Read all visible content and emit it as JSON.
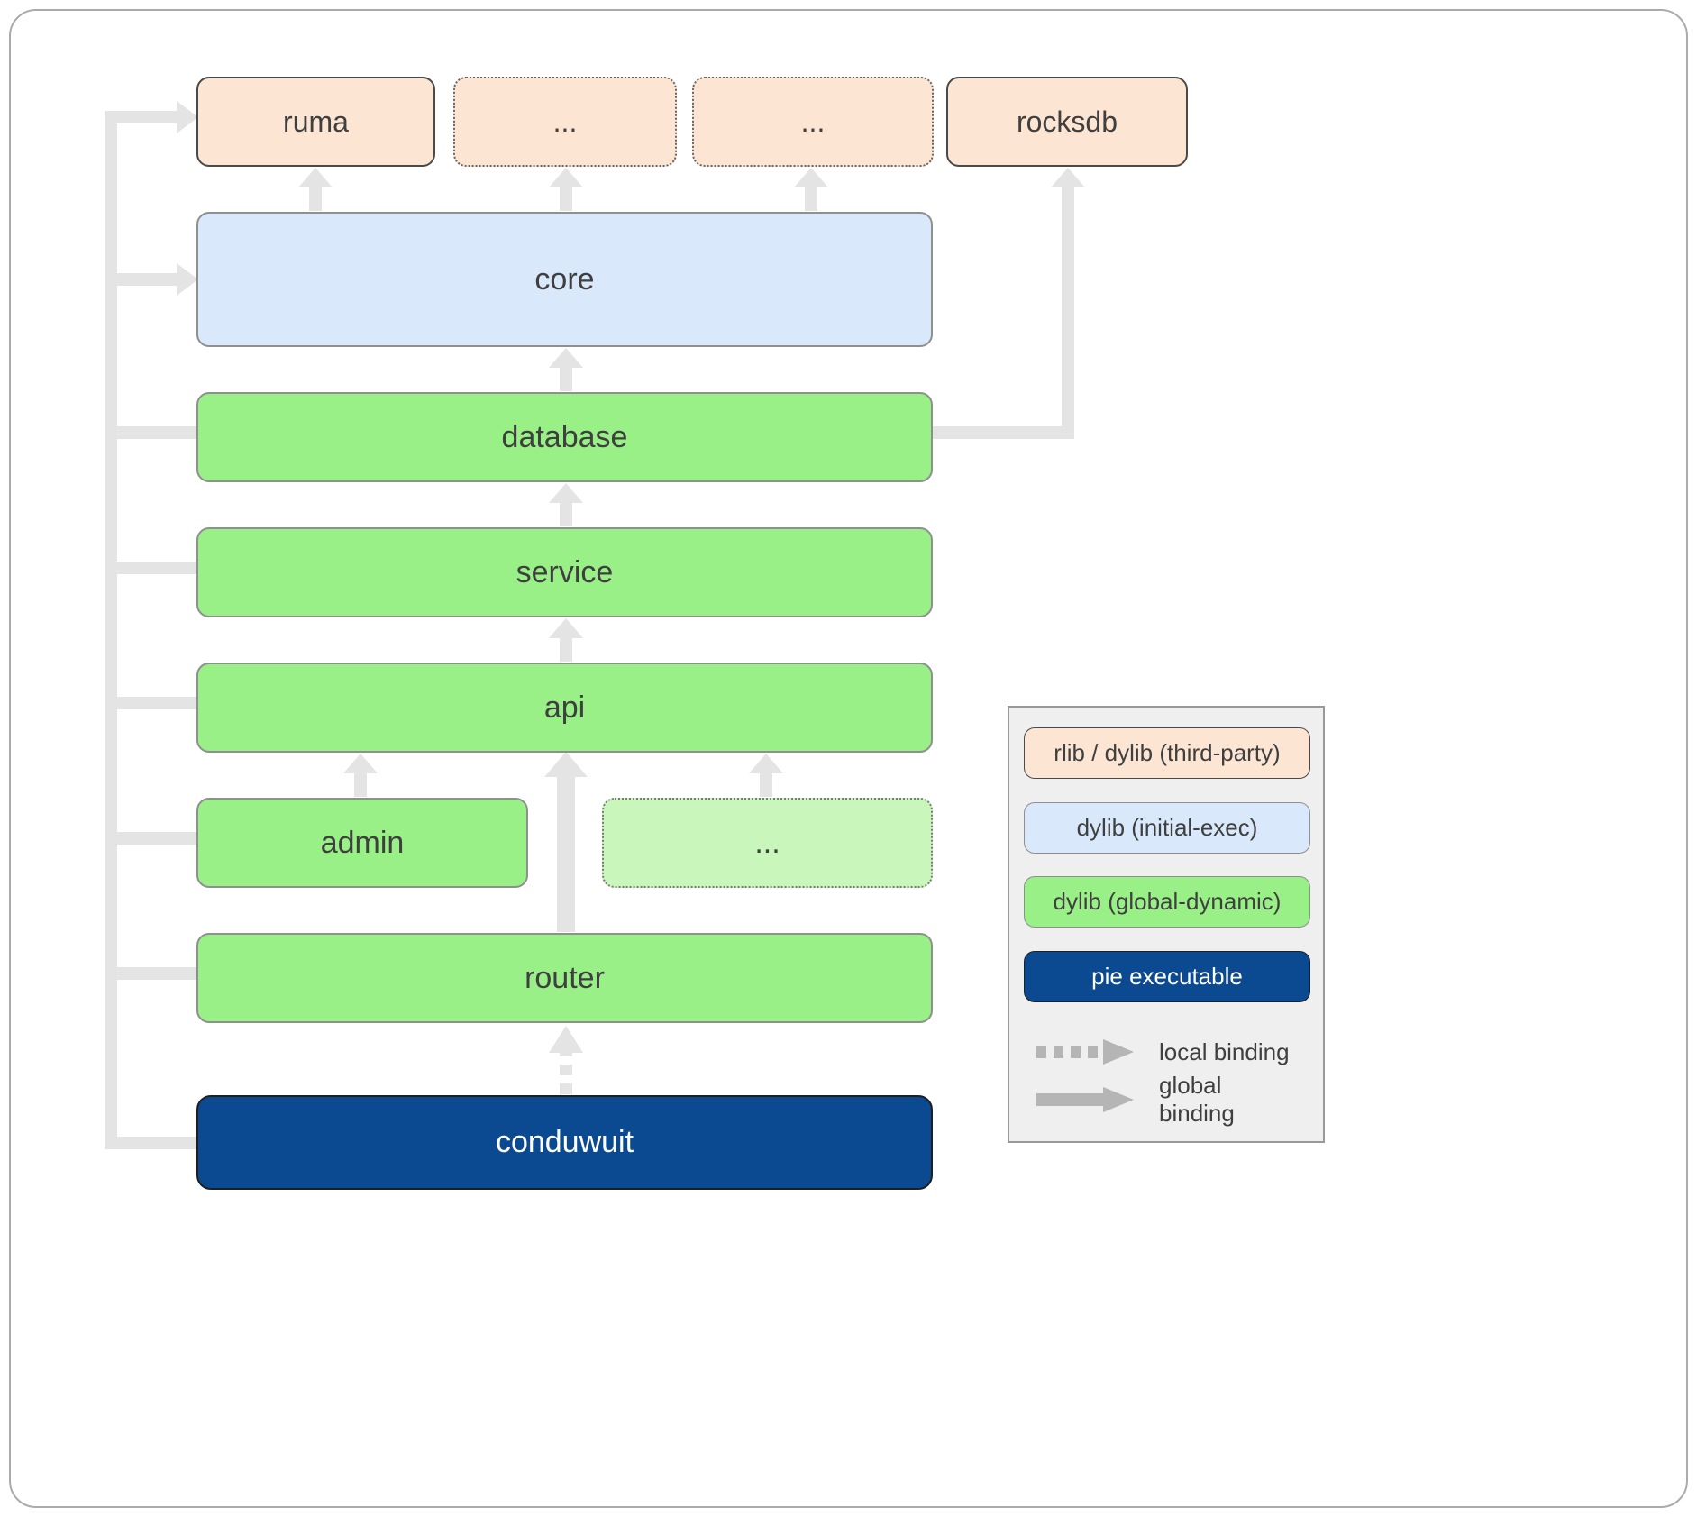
{
  "diagram": {
    "nodes": {
      "ruma": {
        "label": "ruma",
        "type": "third-party"
      },
      "dep1": {
        "label": "...",
        "type": "third-party"
      },
      "dep2": {
        "label": "...",
        "type": "third-party"
      },
      "rocksdb": {
        "label": "rocksdb",
        "type": "third-party"
      },
      "core": {
        "label": "core",
        "type": "initial-exec"
      },
      "database": {
        "label": "database",
        "type": "global-dynamic"
      },
      "service": {
        "label": "service",
        "type": "global-dynamic"
      },
      "api": {
        "label": "api",
        "type": "global-dynamic"
      },
      "admin": {
        "label": "admin",
        "type": "global-dynamic"
      },
      "more": {
        "label": "...",
        "type": "global-dynamic"
      },
      "router": {
        "label": "router",
        "type": "global-dynamic"
      },
      "conduwuit": {
        "label": "conduwuit",
        "type": "pie-executable"
      }
    },
    "edges": [
      {
        "from": "core",
        "to": "ruma",
        "binding": "global"
      },
      {
        "from": "core",
        "to": "dep1",
        "binding": "global"
      },
      {
        "from": "core",
        "to": "dep2",
        "binding": "global"
      },
      {
        "from": "database",
        "to": "core",
        "binding": "global"
      },
      {
        "from": "database",
        "to": "rocksdb",
        "binding": "global"
      },
      {
        "from": "service",
        "to": "database",
        "binding": "global"
      },
      {
        "from": "api",
        "to": "service",
        "binding": "global"
      },
      {
        "from": "admin",
        "to": "api",
        "binding": "global"
      },
      {
        "from": "more",
        "to": "api",
        "binding": "global"
      },
      {
        "from": "router",
        "to": "api",
        "binding": "global"
      },
      {
        "from": "conduwuit",
        "to": "router",
        "binding": "local"
      },
      {
        "from": "conduwuit",
        "to": "ruma,core,database,service,api,admin,router",
        "binding": "global"
      }
    ]
  },
  "legend": {
    "items": [
      {
        "label": "rlib / dylib (third-party)"
      },
      {
        "label": "dylib (initial-exec)"
      },
      {
        "label": "dylib (global-dynamic)"
      },
      {
        "label": "pie executable"
      }
    ],
    "bindings": [
      {
        "label": "local binding",
        "style": "dashed"
      },
      {
        "label": "global binding",
        "style": "solid"
      }
    ]
  },
  "colors": {
    "third_party": "#fce5d3",
    "initial_exec": "#d9e8fa",
    "global_dynamic": "#98f087",
    "global_dynamic_light": "#c9f7bb",
    "pie_executable": "#0b4a91",
    "arrow": "#e4e4e4",
    "legend_arrow": "#b5b5b5"
  }
}
